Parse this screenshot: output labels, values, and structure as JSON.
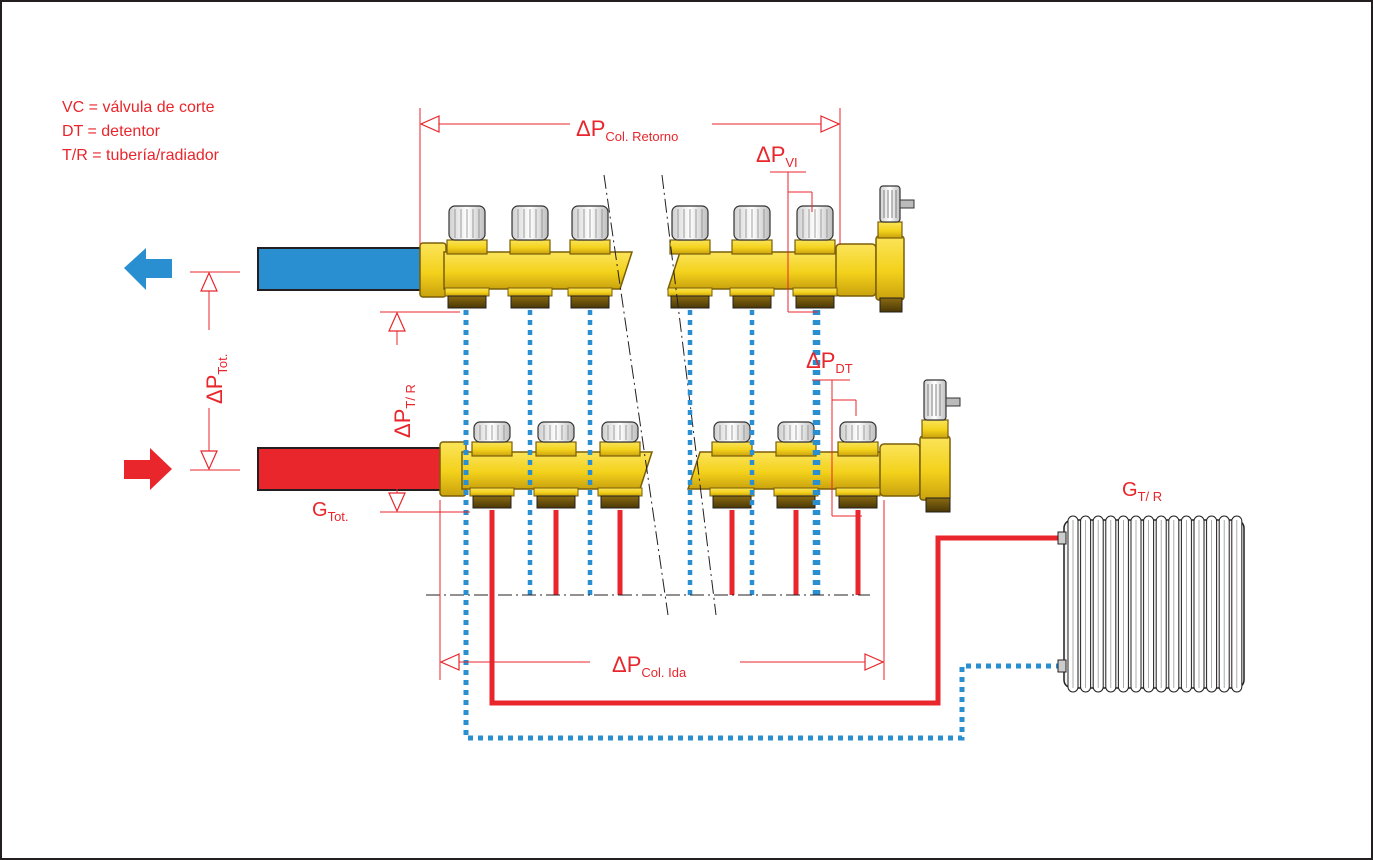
{
  "legend": {
    "vc": "VC = válvula de corte",
    "dt": "DT = detentor",
    "tr": "T/R = tubería/radiador"
  },
  "labels": {
    "dp_col_retorno": {
      "main": "ΔP",
      "sub": "Col. Retorno"
    },
    "dp_vi": {
      "main": "ΔP",
      "sub": "VI"
    },
    "dp_dt": {
      "main": "ΔP",
      "sub": "DT"
    },
    "dp_tot": {
      "main": "ΔP",
      "sub": "Tot."
    },
    "dp_tr": {
      "main": "ΔP",
      "sub": "T/ R"
    },
    "g_tot": {
      "main": "G",
      "sub": "Tot."
    },
    "g_tr": {
      "main": "G",
      "sub": "T/ R"
    },
    "dp_col_ida": {
      "main": "ΔP",
      "sub": "Col. Ida"
    }
  },
  "colors": {
    "label_red": "#e8262c",
    "return_blue": "#2a8fd0",
    "supply_red": "#e8262c",
    "brass": "#f3d11b",
    "brass_shadow": "#c9a20e",
    "frame": "#231f20"
  }
}
